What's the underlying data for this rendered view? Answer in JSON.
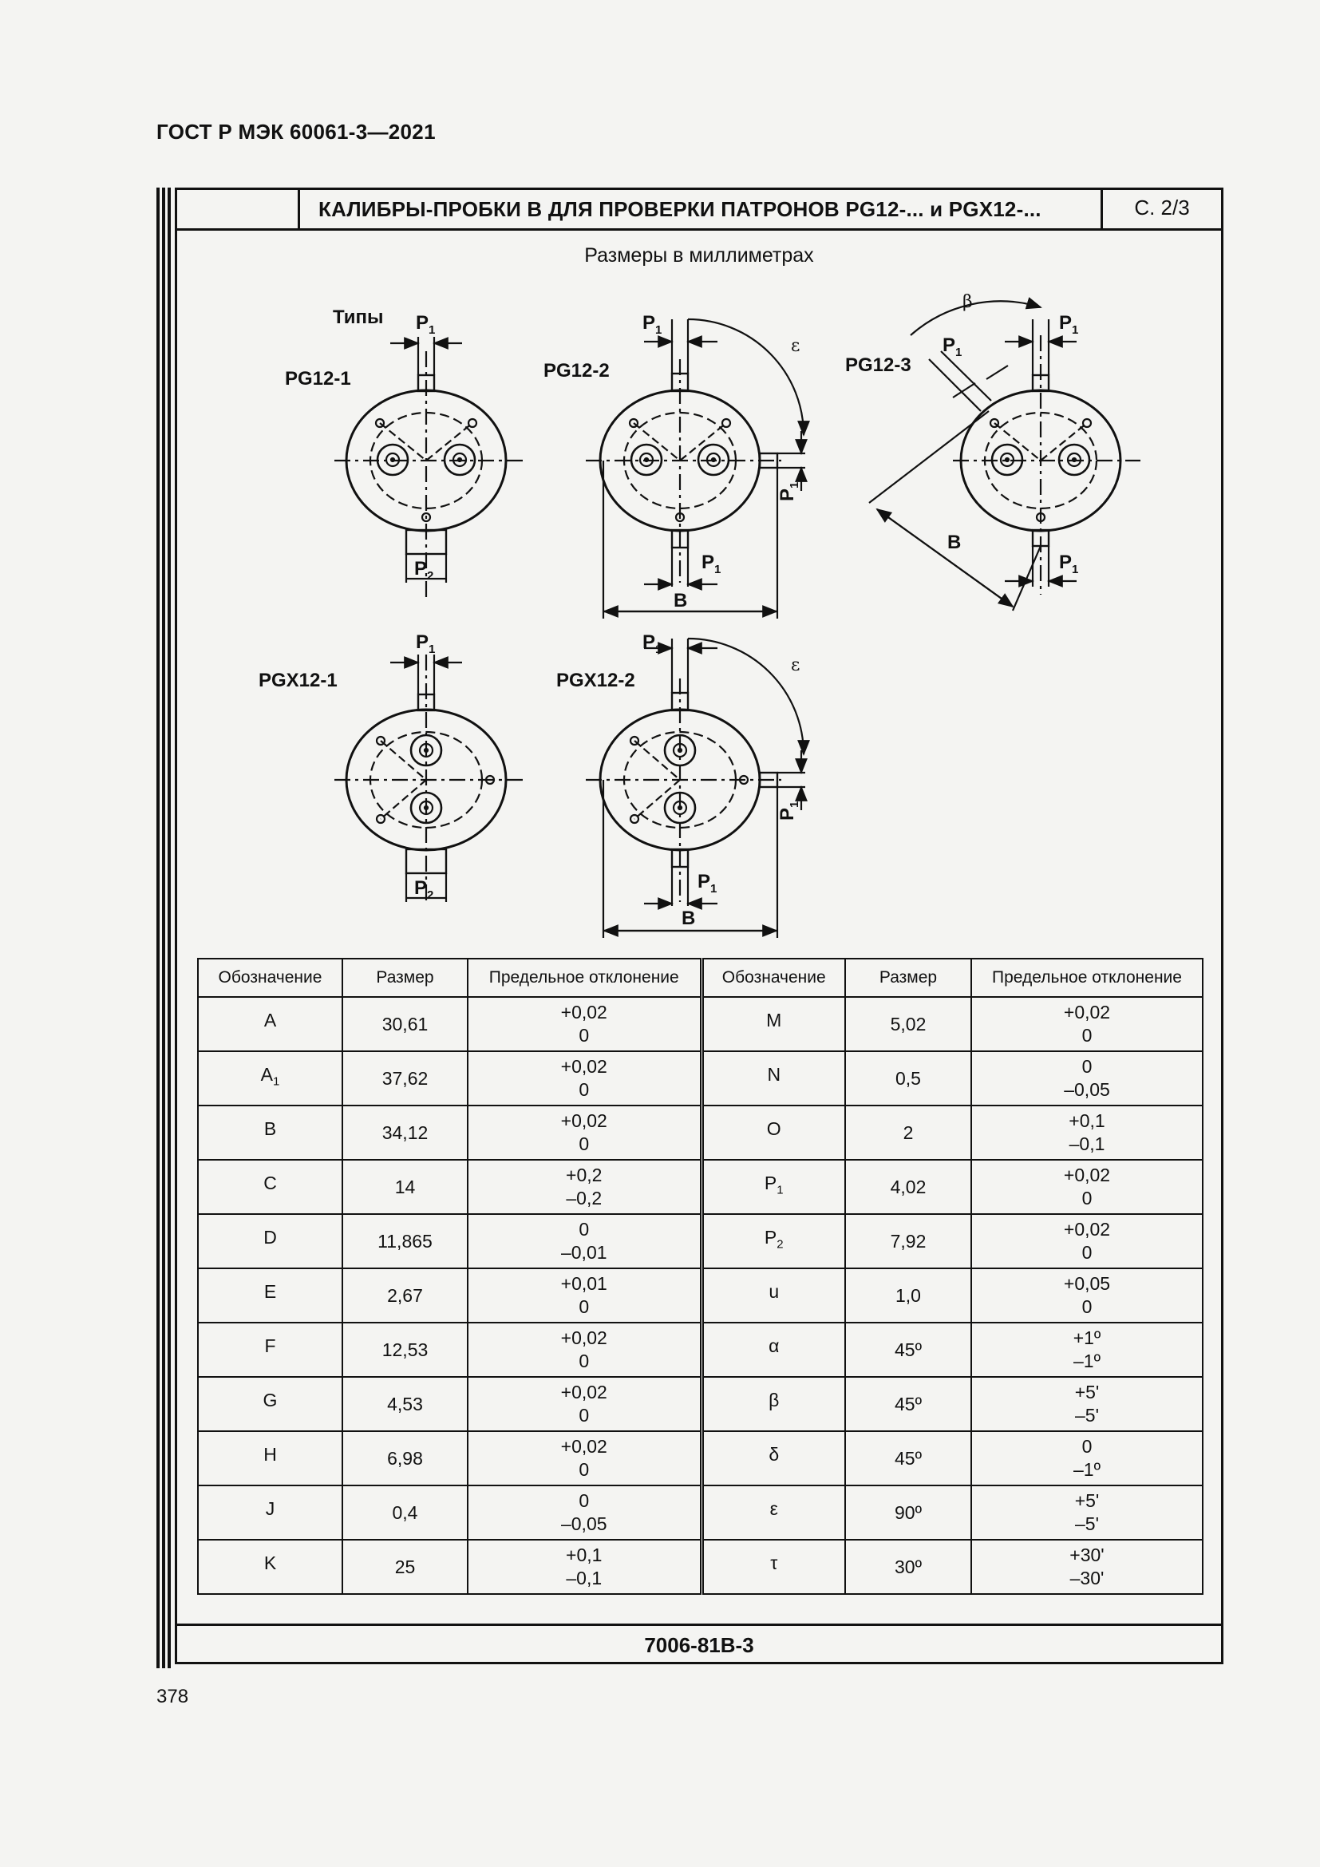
{
  "header": {
    "standard": "ГОСТ Р МЭК 60061-3—2021"
  },
  "title": {
    "text": "КАЛИБРЫ-ПРОБКИ В ДЛЯ ПРОВЕРКИ ПАТРОНОВ PG12-... и PGX12-...",
    "page": "С. 2/3"
  },
  "units_note": "Размеры в миллиметрах",
  "drawing_labels": {
    "types": "Типы",
    "pg12_1": "PG12-1",
    "pg12_2": "PG12-2",
    "pg12_3": "PG12-3",
    "pgx12_1": "PGX12-1",
    "pgx12_2": "PGX12-2",
    "p": "P",
    "sub1": "1",
    "sub2": "2",
    "b": "B",
    "epsilon": "ε",
    "beta": "β"
  },
  "table": {
    "headers": [
      "Обозначение",
      "Размер",
      "Предельное отклонение",
      "Обозначение",
      "Размер",
      "Предельное отклонение"
    ],
    "rows": [
      {
        "d1": "A",
        "d1sub": "",
        "v1": "30,61",
        "u1": "+0,02",
        "l1": "0",
        "d2": "M",
        "d2sub": "",
        "v2": "5,02",
        "u2": "+0,02",
        "l2": "0"
      },
      {
        "d1": "A",
        "d1sub": "1",
        "v1": "37,62",
        "u1": "+0,02",
        "l1": "0",
        "d2": "N",
        "d2sub": "",
        "v2": "0,5",
        "u2": "0",
        "l2": "–0,05"
      },
      {
        "d1": "B",
        "d1sub": "",
        "v1": "34,12",
        "u1": "+0,02",
        "l1": "0",
        "d2": "O",
        "d2sub": "",
        "v2": "2",
        "u2": "+0,1",
        "l2": "–0,1"
      },
      {
        "d1": "C",
        "d1sub": "",
        "v1": "14",
        "u1": "+0,2",
        "l1": "–0,2",
        "d2": "P",
        "d2sub": "1",
        "v2": "4,02",
        "u2": "+0,02",
        "l2": "0"
      },
      {
        "d1": "D",
        "d1sub": "",
        "v1": "11,865",
        "u1": "0",
        "l1": "–0,01",
        "d2": "P",
        "d2sub": "2",
        "v2": "7,92",
        "u2": "+0,02",
        "l2": "0"
      },
      {
        "d1": "E",
        "d1sub": "",
        "v1": "2,67",
        "u1": "+0,01",
        "l1": "0",
        "d2": "u",
        "d2sub": "",
        "v2": "1,0",
        "u2": "+0,05",
        "l2": "0"
      },
      {
        "d1": "F",
        "d1sub": "",
        "v1": "12,53",
        "u1": "+0,02",
        "l1": "0",
        "d2": "α",
        "d2sub": "",
        "v2": "45º",
        "u2": "+1º",
        "l2": "–1º"
      },
      {
        "d1": "G",
        "d1sub": "",
        "v1": "4,53",
        "u1": "+0,02",
        "l1": "0",
        "d2": "β",
        "d2sub": "",
        "v2": "45º",
        "u2": "+5'",
        "l2": "–5'"
      },
      {
        "d1": "H",
        "d1sub": "",
        "v1": "6,98",
        "u1": "+0,02",
        "l1": "0",
        "d2": "δ",
        "d2sub": "",
        "v2": "45º",
        "u2": "0",
        "l2": "–1º"
      },
      {
        "d1": "J",
        "d1sub": "",
        "v1": "0,4",
        "u1": "0",
        "l1": "–0,05",
        "d2": "ε",
        "d2sub": "",
        "v2": "90º",
        "u2": "+5'",
        "l2": "–5'"
      },
      {
        "d1": "K",
        "d1sub": "",
        "v1": "25",
        "u1": "+0,1",
        "l1": "–0,1",
        "d2": "τ",
        "d2sub": "",
        "v2": "30º",
        "u2": "+30'",
        "l2": "–30'"
      }
    ]
  },
  "footer": {
    "sheet_code": "7006-81B-3"
  },
  "page_number": "378"
}
